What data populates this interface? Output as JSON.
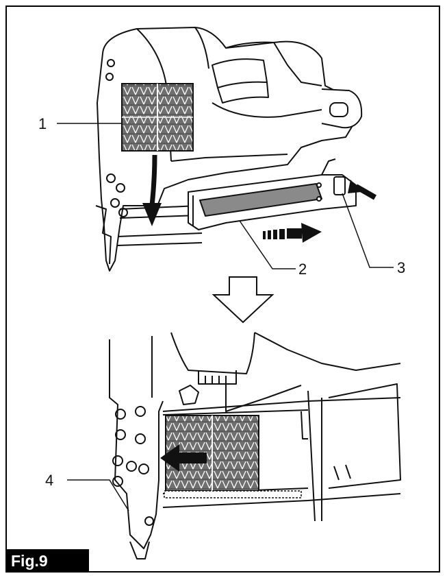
{
  "figure": {
    "label": "Fig.9",
    "callouts": [
      "1",
      "2",
      "3",
      "4"
    ]
  },
  "colors": {
    "ink": "#111111",
    "staple_fill": "#6f6f6f",
    "frame": "#000000",
    "label_bg": "#000000",
    "label_text": "#ffffff"
  }
}
